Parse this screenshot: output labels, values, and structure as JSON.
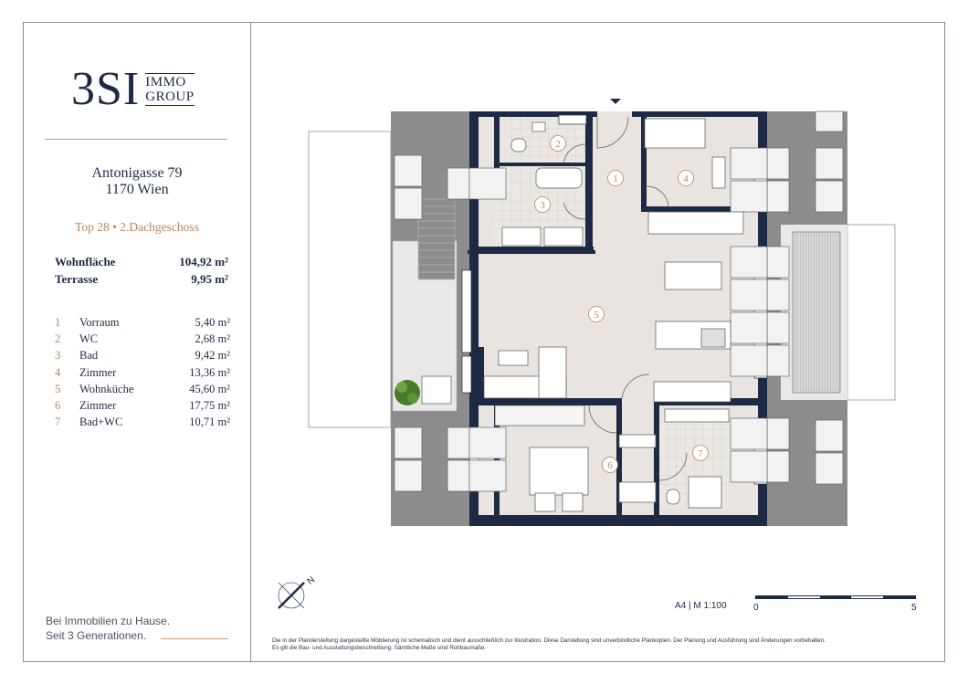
{
  "logo": {
    "main": "3SI",
    "sub_line1": "IMMO",
    "sub_line2": "GROUP"
  },
  "address": {
    "street": "Antonigasse 79",
    "city": "1170 Wien"
  },
  "unit": {
    "label": "Top 28 • 2.Dachgeschoss"
  },
  "areas": [
    {
      "label": "Wohnfläche",
      "value": "104,92 m²"
    },
    {
      "label": "Terrasse",
      "value": "9,95 m²"
    }
  ],
  "rooms": [
    {
      "num": "1",
      "name": "Vorraum",
      "size": "5,40 m²"
    },
    {
      "num": "2",
      "name": "WC",
      "size": "2,68 m²"
    },
    {
      "num": "3",
      "name": "Bad",
      "size": "9,42 m²"
    },
    {
      "num": "4",
      "name": "Zimmer",
      "size": "13,36 m²"
    },
    {
      "num": "5",
      "name": "Wohnküche",
      "size": "45,60 m²"
    },
    {
      "num": "6",
      "name": "Zimmer",
      "size": "17,75 m²"
    },
    {
      "num": "7",
      "name": "Bad+WC",
      "size": "10,71 m²"
    }
  ],
  "tagline": {
    "line1": "Bei Immobilien zu Hause.",
    "line2": "Seit 3 Generationen."
  },
  "plan": {
    "compass_label": "N",
    "room_markers": [
      "1",
      "2",
      "3",
      "4",
      "5",
      "6",
      "7"
    ]
  },
  "scale": {
    "label": "A4 | M 1:100",
    "start": "0",
    "end": "5"
  },
  "disclaimer": {
    "line1": "Die in der Planderstellung dargestellte Möblierung ist schematisch und dient ausschließlich zur Illustration. Diese Darstellung sind unverbindliche Plankopien. Der Planung und Ausführung sind Änderungen vorbehalten.",
    "line2": "Es gilt die Bau- und Ausstattungsbeschreibung. Sämtliche Maße sind Rohbaumaße."
  },
  "colors": {
    "navy": "#1d2a44",
    "accent": "#b8845e",
    "floor": "#e9e4df",
    "wall": "#1d2a44",
    "roof": "#8c8c8c"
  }
}
